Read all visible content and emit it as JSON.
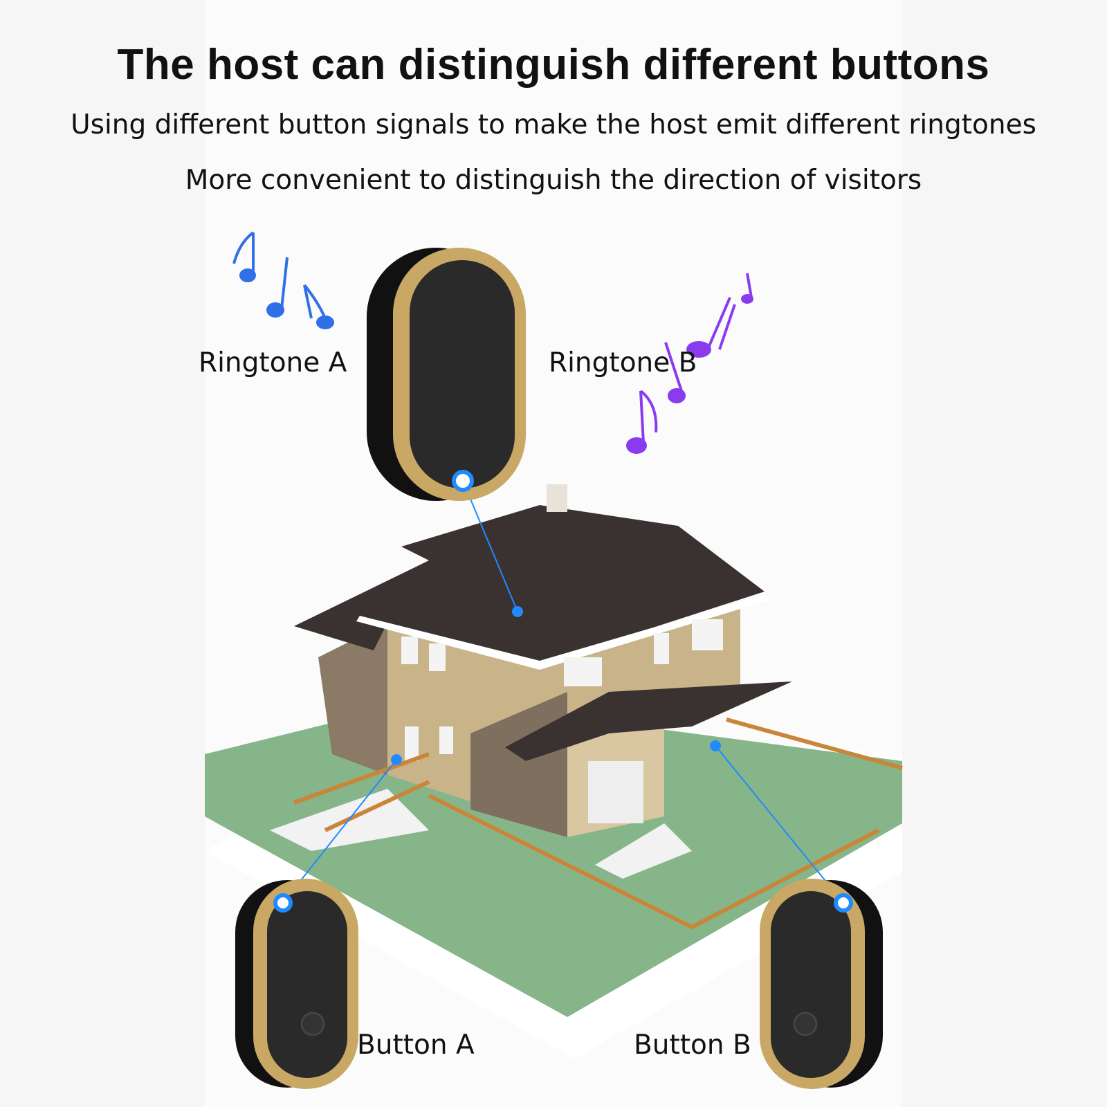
{
  "header": {
    "title": "The host can distinguish different buttons",
    "subtitle_1": "Using different button signals to make the host emit different ringtones",
    "subtitle_2": "More convenient to distinguish the direction of visitors"
  },
  "labels": {
    "ringtone_a": "Ringtone A",
    "ringtone_b": "Ringtone B",
    "button_a": "Button A",
    "button_b": "Button B"
  },
  "colors": {
    "note_a": "#2f6fe8",
    "note_b": "#8a3bef",
    "gold": "#c9a765",
    "device": "#1c1c1c",
    "signal": "#1f8bff",
    "lawn": "#86b58a",
    "roof": "#3a3230"
  }
}
